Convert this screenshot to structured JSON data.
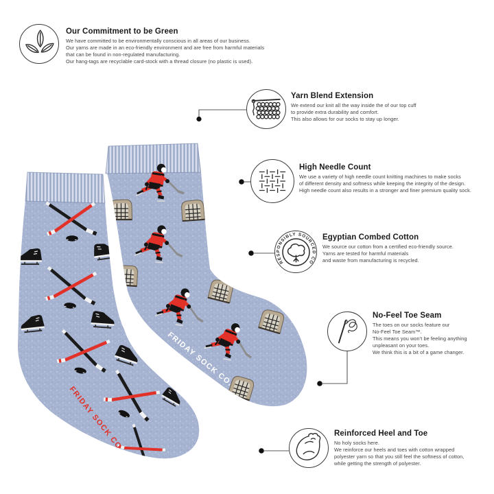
{
  "brand": {
    "sock_text": "FRIDAY SOCK CO.",
    "cotton_badge_text": "RESPONSIBLY SOURCED COTTON"
  },
  "features": [
    {
      "icon": "leaves-icon",
      "title": "Our Commitment to be Green",
      "body": "We have committed to be environmentally conscious in all areas of our business.\nOur yarns are made in an eco-friendly environment and are free from harmful materials\nthat can be found in non-regulated manufacturing.\nOur hang-tags are recyclable card-stock with a thread closure (no plastic is used)."
    },
    {
      "icon": "knit-stitches-icon",
      "title": "Yarn Blend Extension",
      "body": "We extend our knit all the way inside the of our top cuff\nto provide extra durability and comfort.\nThis also allows for our socks to stay up longer."
    },
    {
      "icon": "needle-count-icon",
      "title": "High Needle Count",
      "body": "We use a variety of high needle count knitting machines to make socks\nof different density and softness while keeping the integrity of the design.\nHigh needle count also results in a stronger and finer premium quality sock."
    },
    {
      "icon": "cotton-boll-icon",
      "title": "Egyptian Combed Cotton",
      "body": "We source our cotton from a certified eco-friendly source.\nYarns are tested for harmful materials\nand waste from manufacturing is recycled."
    },
    {
      "icon": "needle-thread-icon",
      "title": "No-Feel Toe Seam",
      "body": "The toes on our socks feature our\nNo-Feel Toe Seam™.\nThis means you won't be feeling anything\nunpleasant on your toes.\nWe think this is a bit of a game changer."
    },
    {
      "icon": "bicep-icon",
      "title": "Reinforced Heel and Toe",
      "body": "No holy socks here.\nWe reinforce our heels and toes with cotton wrapped\npolyester yarn so that you still feel the softness of cotton,\nwhile getting the strength of polyester."
    }
  ],
  "colors": {
    "sock_blue": "#a6b3d1",
    "accent_red": "#e23128",
    "net_tan": "#b7a992",
    "outline_black": "#1b1b1b",
    "connector_gray": "#5a5a5a",
    "text_dark": "#1b1b1d",
    "text_body": "#3f3f42"
  }
}
